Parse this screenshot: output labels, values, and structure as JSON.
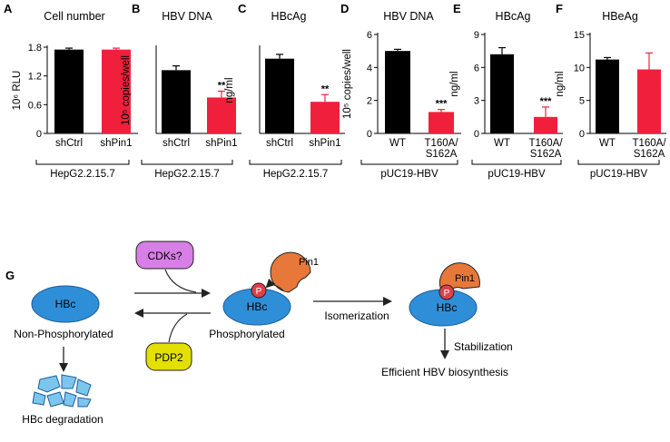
{
  "colors": {
    "black_bar": "#000000",
    "red_bar": "#f0203c",
    "hbc_fill": "#2f8ed8",
    "phospho_fill": "#e0404a",
    "pin1_fill": "#e8783a",
    "cdk_fill": "#d77fe6",
    "pdp2_fill": "#e3e000",
    "fragment_fill": "#7cc6ee"
  },
  "chart_data": [
    {
      "panel": "A",
      "type": "bar",
      "title": "Cell number",
      "ylabel": "10⁶ RLU",
      "categories": [
        "shCtrl",
        "shPin1"
      ],
      "values": [
        1.75,
        1.75
      ],
      "errors": [
        0.03,
        0.03
      ],
      "ylim": [
        0,
        1.8
      ],
      "yticks": [
        "0",
        "0.6",
        "1.2",
        "1.8"
      ],
      "ytick_values": [
        0,
        0.6,
        1.2,
        1.8
      ],
      "colors": [
        "black",
        "red"
      ],
      "significance": [
        "",
        ""
      ],
      "group_label": "HepG2.2.15.7"
    },
    {
      "panel": "B",
      "type": "bar",
      "title": "HBV DNA",
      "ylabel": "10⁵ copies/well",
      "categories": [
        "shCtrl",
        "shPin1"
      ],
      "values": [
        2.2,
        1.25
      ],
      "errors": [
        0.15,
        0.22
      ],
      "ylim": [
        0,
        3
      ],
      "yticks": [],
      "ytick_values": [],
      "colors": [
        "black",
        "red"
      ],
      "significance": [
        "",
        "**"
      ],
      "group_label": "HepG2.2.15.7"
    },
    {
      "panel": "C",
      "type": "bar",
      "title": "HBcAg",
      "ylabel": "ng/ml",
      "categories": [
        "shCtrl",
        "shPin1"
      ],
      "values": [
        2.6,
        1.1
      ],
      "errors": [
        0.15,
        0.25
      ],
      "ylim": [
        0,
        3
      ],
      "yticks": [],
      "ytick_values": [],
      "colors": [
        "black",
        "red"
      ],
      "significance": [
        "",
        "**"
      ],
      "group_label": "HepG2.2.15.7"
    },
    {
      "panel": "D",
      "type": "bar",
      "title": "HBV DNA",
      "ylabel": "10⁵ copies/well",
      "categories": [
        "WT",
        "T160A/ S162A"
      ],
      "values": [
        5.0,
        1.3
      ],
      "errors": [
        0.1,
        0.15
      ],
      "ylim": [
        0,
        6
      ],
      "yticks": [
        "0",
        "2",
        "4",
        "6"
      ],
      "ytick_values": [
        0,
        2,
        4,
        6
      ],
      "colors": [
        "black",
        "red"
      ],
      "significance": [
        "",
        "***"
      ],
      "group_label": "pUC19-HBV"
    },
    {
      "panel": "E",
      "type": "bar",
      "title": "HBcAg",
      "ylabel": "ng/ml",
      "categories": [
        "WT",
        "T160A/ S162A"
      ],
      "values": [
        7.2,
        1.5
      ],
      "errors": [
        0.6,
        0.9
      ],
      "ylim": [
        0,
        9
      ],
      "yticks": [
        "0",
        "3",
        "6",
        "9"
      ],
      "ytick_values": [
        0,
        3,
        6,
        9
      ],
      "colors": [
        "black",
        "red"
      ],
      "significance": [
        "",
        "***"
      ],
      "group_label": "pUC19-HBV"
    },
    {
      "panel": "F",
      "type": "bar",
      "title": "HBeAg",
      "ylabel": "ng/ml",
      "categories": [
        "WT",
        "T160A/ S162A"
      ],
      "values": [
        11.2,
        9.7
      ],
      "errors": [
        0.3,
        2.5
      ],
      "ylim": [
        0,
        15
      ],
      "yticks": [
        "0",
        "5",
        "10",
        "15"
      ],
      "ytick_values": [
        0,
        5,
        10,
        15
      ],
      "colors": [
        "black",
        "red"
      ],
      "significance": [
        "",
        ""
      ],
      "group_label": "pUC19-HBV"
    }
  ],
  "panel_g": {
    "letter": "G",
    "cdk_label": "CDKs?",
    "pdp2_label": "PDP2",
    "pin1_label": "Pin1",
    "pin1_bound_label": "Pin1",
    "hbc_label": "HBc",
    "p_label": "P",
    "non_phosphorylated_label": "Non-Phosphorylated",
    "phosphorylated_label": "Phosphorylated",
    "isomerization_label": "Isomerization",
    "stabilization_label": "Stabilization",
    "efficient_label": "Efficient HBV biosynthesis",
    "degradation_label": "HBc degradation"
  }
}
